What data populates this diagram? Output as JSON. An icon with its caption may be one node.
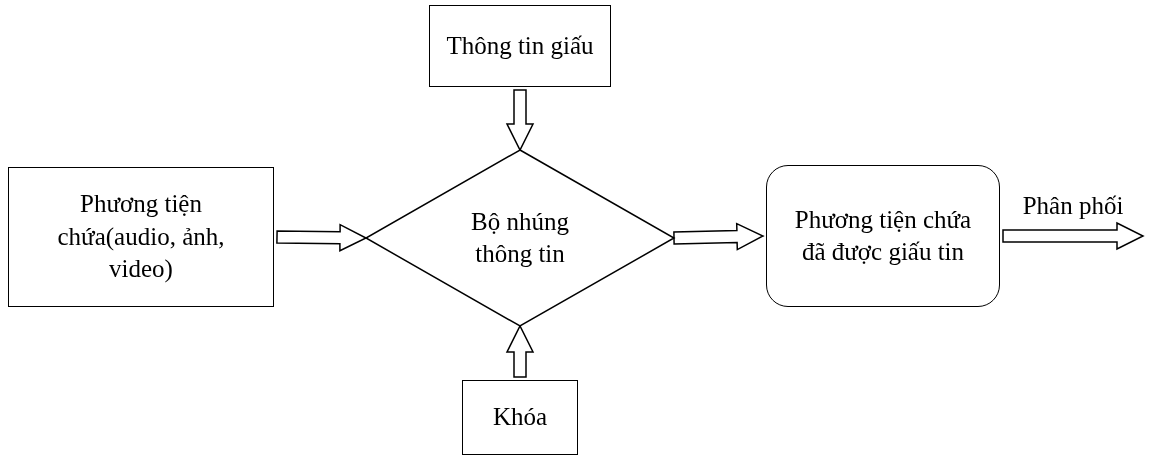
{
  "diagram": {
    "nodes": [
      {
        "text": [
          "Thông tin giấu"
        ]
      },
      {
        "text": [
          "Phương tiện chứa(audio, ảnh, video)"
        ]
      },
      {
        "text": [
          "Bộ nhúng thông tin"
        ]
      },
      {
        "text": [
          "Phương tiện chứa đã được giấu tin"
        ]
      },
      {
        "text": [
          "Khóa"
        ]
      }
    ],
    "edges": [
      {
        "from": 0,
        "to": 2,
        "arrow": "to"
      },
      {
        "from": 1,
        "to": 2,
        "arrow": "to"
      },
      {
        "from": 4,
        "to": 2,
        "arrow": "to"
      },
      {
        "from": 2,
        "to": 3,
        "arrow": "to"
      },
      {
        "from": 3,
        "to": null,
        "arrow": "to",
        "label": "Phân phối"
      }
    ]
  }
}
